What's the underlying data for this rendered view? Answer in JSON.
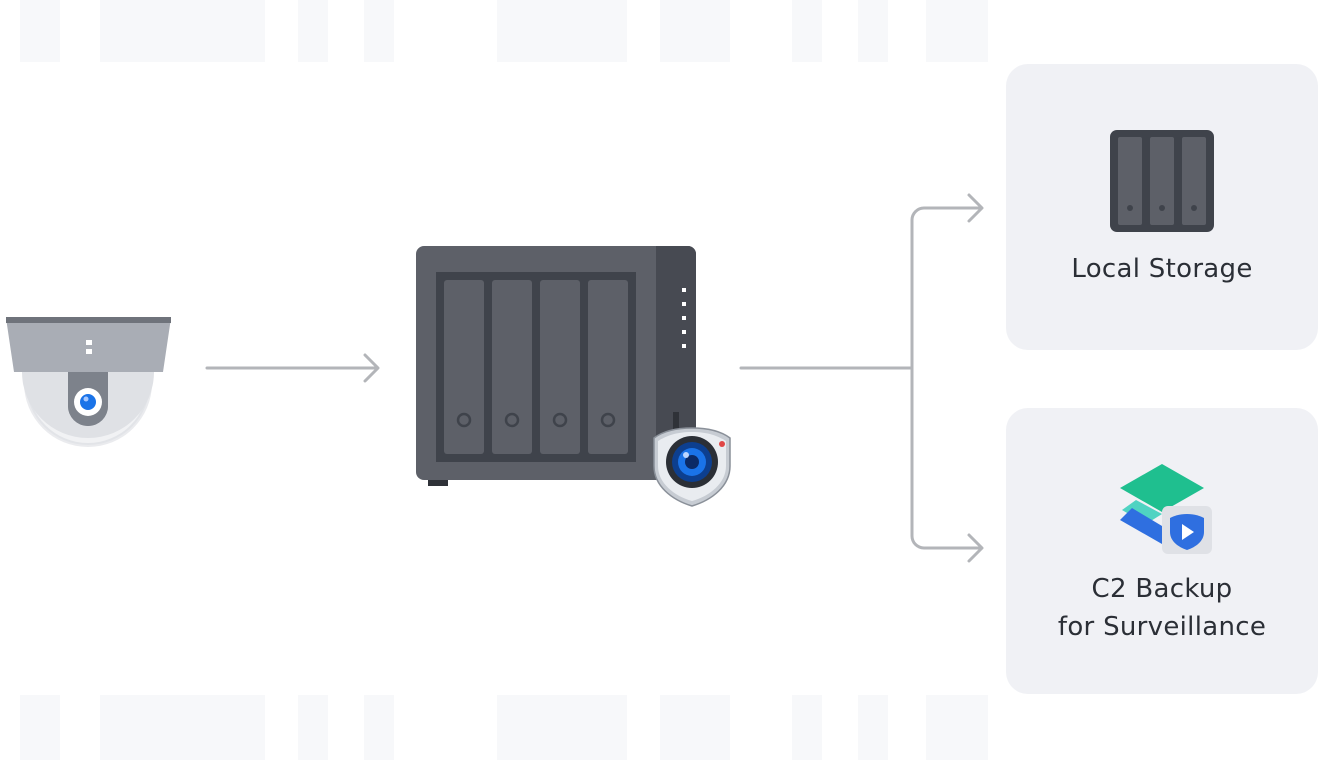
{
  "destinations": {
    "local_storage": {
      "label": "Local Storage"
    },
    "c2_backup": {
      "line1": "C2 Backup",
      "line2": "for Surveillance"
    }
  },
  "colors": {
    "card_background": "#f0f1f5",
    "arrow": "#b3b5b9",
    "nas_body": "#5d6068",
    "nas_dark": "#3f434b",
    "camera_housing": "#a9adb5",
    "lens_blue": "#1a73e8",
    "c2_green": "#1fbf8f",
    "c2_blue": "#2f6fe0",
    "text": "#2b2f36"
  },
  "icons": {
    "source": "ip-camera-icon",
    "recorder": "nas-with-surveillance-station-icon",
    "local": "storage-drive-bay-icon",
    "cloud": "c2-surveillance-icon"
  }
}
